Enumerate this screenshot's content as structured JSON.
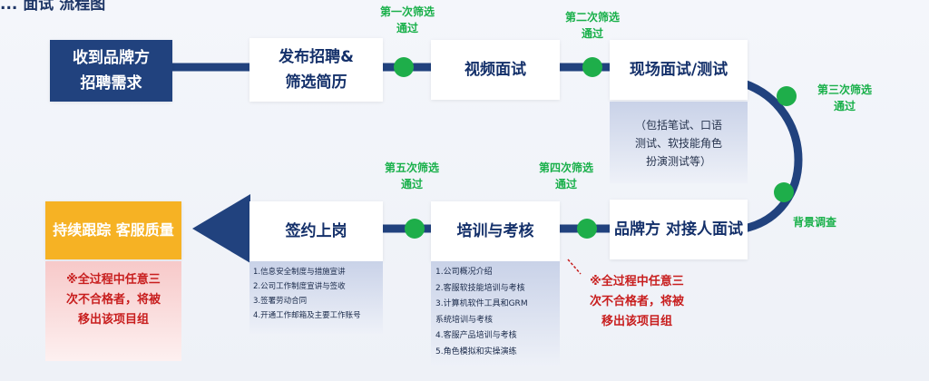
{
  "header": {
    "partial_title": "... 面试 流程图"
  },
  "steps": {
    "receive": {
      "line1": "收到品牌方",
      "line2": "招聘需求"
    },
    "publish": {
      "line1": "发布招聘&",
      "line2": "筛选简历"
    },
    "video": "视频面试",
    "onsite": "现场面试/测试",
    "brand": "品牌方 对接人面试",
    "training": "培训与考核",
    "sign": "签约上岗",
    "followup": "持续跟踪 客服质量"
  },
  "screens": {
    "first": {
      "line1": "第一次筛选",
      "line2": "通过"
    },
    "second": {
      "line1": "第二次筛选",
      "line2": "通过"
    },
    "third": {
      "line1": "第三次筛选",
      "line2": "通过"
    },
    "fourth": {
      "line1": "第四次筛选",
      "line2": "通过"
    },
    "fifth": {
      "line1": "第五次筛选",
      "line2": "通过"
    },
    "background": "背景调查"
  },
  "onsite_note": {
    "line1": "（包括笔试、口语",
    "line2": "测试、软技能角色",
    "line3": "扮演测试等）"
  },
  "fail_note": {
    "line1": "※全过程中任意三",
    "line2": "次不合格者，将被",
    "line3": "移出该项目组"
  },
  "sign_details": [
    "1.信息安全制度与措施宣讲",
    "2.公司工作制度宣讲与签收",
    "3.签署劳动合同",
    "4.开通工作邮箱及主要工作账号"
  ],
  "training_details": [
    "1.公司概况介绍",
    "2.客服软技能培训与考核",
    "3.计算机软件工具和GRM",
    "系统培训与考核",
    "4.客服产品培训与考核",
    "5.角色模拟和实操演练"
  ],
  "colors": {
    "navy": "#21427e",
    "green": "#1eae4a",
    "orange": "#f6b224",
    "red": "#c81e1e"
  }
}
